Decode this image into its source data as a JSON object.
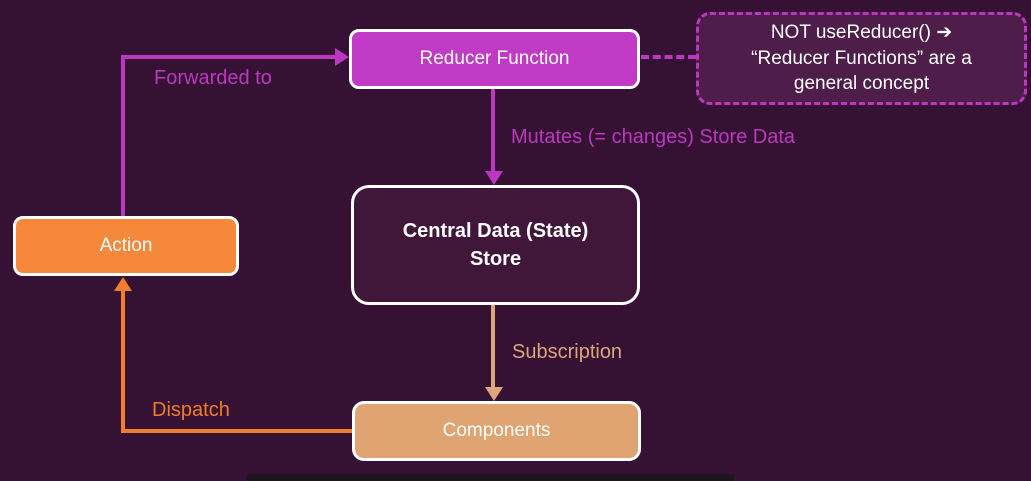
{
  "diagram": {
    "nodes": {
      "reducer_function": {
        "label": "Reducer Function",
        "fill": "#c03ac6"
      },
      "note": {
        "line1": "NOT useReducer() ➔",
        "line2": "“Reducer Functions” are a",
        "line3": "general concept",
        "fill": "#4e1d4a",
        "border": "#bb37c0",
        "border_style": "dashed"
      },
      "central_store": {
        "line1": "Central Data (State)",
        "line2": "Store",
        "fill": "#411739"
      },
      "action": {
        "label": "Action",
        "fill": "#f6883c"
      },
      "components": {
        "label": "Components",
        "fill": "#e0a473"
      }
    },
    "edges": {
      "forwarded_to": {
        "label": "Forwarded to",
        "color": "#bb37c0",
        "from": "action",
        "to": "reducer_function"
      },
      "mutates": {
        "label": "Mutates (= changes) Store Data",
        "color": "#bb37c0",
        "from": "reducer_function",
        "to": "central_store"
      },
      "subscription": {
        "label": "Subscription",
        "color": "#dda57b",
        "from": "central_store",
        "to": "components"
      },
      "dispatch": {
        "label": "Dispatch",
        "color": "#ef7d2c",
        "from": "components",
        "to": "action"
      },
      "note_link": {
        "label": "",
        "color": "#bb37c0",
        "style": "dashed",
        "from": "reducer_function",
        "to": "note"
      }
    },
    "colors": {
      "background": "#351233",
      "node_border": "#ffffff",
      "text": "#ffffff",
      "bottom_bar": "#1d171d"
    }
  }
}
